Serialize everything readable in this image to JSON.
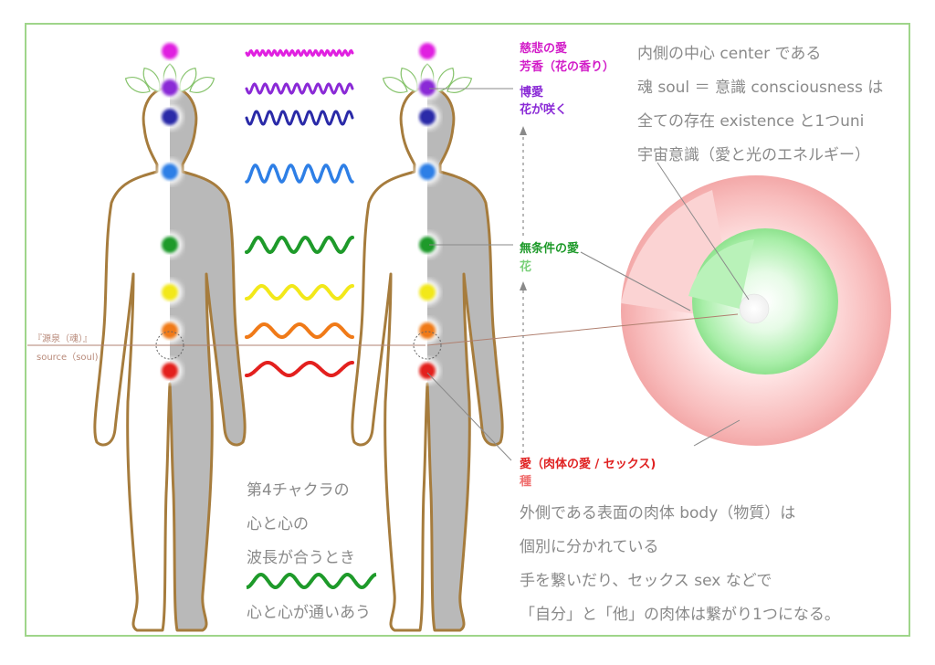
{
  "labels": {
    "compassion": {
      "main": "慈悲の愛",
      "sub": "芳香（花の香り）"
    },
    "universal": {
      "main": "博愛",
      "sub": "花が咲く"
    },
    "unconditional": {
      "main": "無条件の愛",
      "sub": "花"
    },
    "physical": {
      "main": "愛（肉体の愛 / セックス)",
      "sub": "種"
    },
    "source": {
      "main": "『源泉（魂）』",
      "sub": "source（soul)"
    }
  },
  "top_text": [
    "内側の中心 center である",
    "魂 soul ＝ 意識 consciousness は",
    "全ての存在 existence と1つuni",
    "宇宙意識（愛と光のエネルギー）"
  ],
  "bottom_text": [
    "外側である表面の肉体 body（物質）は",
    "個別に分かれている",
    "手を繋いだり、セックス sex などで",
    "「自分」と「他」の肉体は繋がり1つになる。"
  ],
  "fourth_chakra_text": [
    "第4チャクラの",
    "心と心の",
    "波長が合うとき"
  ],
  "fourth_chakra_footer": "心と心が通いあう",
  "colors": {
    "frame": "#9fd58a",
    "body_outline": "#a67c3d",
    "body_shade": "#b9b9b9",
    "lotus": "#88c46e",
    "crown": "#e020e0",
    "third_eye": "#2a2aa8",
    "throat": "#2e7fe6",
    "heart": "#1e9a2a",
    "solar": "#f2e81a",
    "sacral": "#f07a18",
    "root": "#e3201e",
    "compassion_text": "#d21cc8",
    "universal_text": "#8a2ad6",
    "unconditional_text": "#1e9a2a",
    "physical_text": "#e02222",
    "source_text": "#b88a7a",
    "sphere_outer": "#f8b8b8",
    "sphere_inner": "#9ee89e"
  },
  "chakras": [
    "crown",
    "universal",
    "third_eye",
    "throat",
    "heart",
    "solar",
    "sacral",
    "root"
  ],
  "waves": [
    "crown",
    "universal",
    "third_eye",
    "throat",
    "heart",
    "solar",
    "sacral",
    "root"
  ]
}
